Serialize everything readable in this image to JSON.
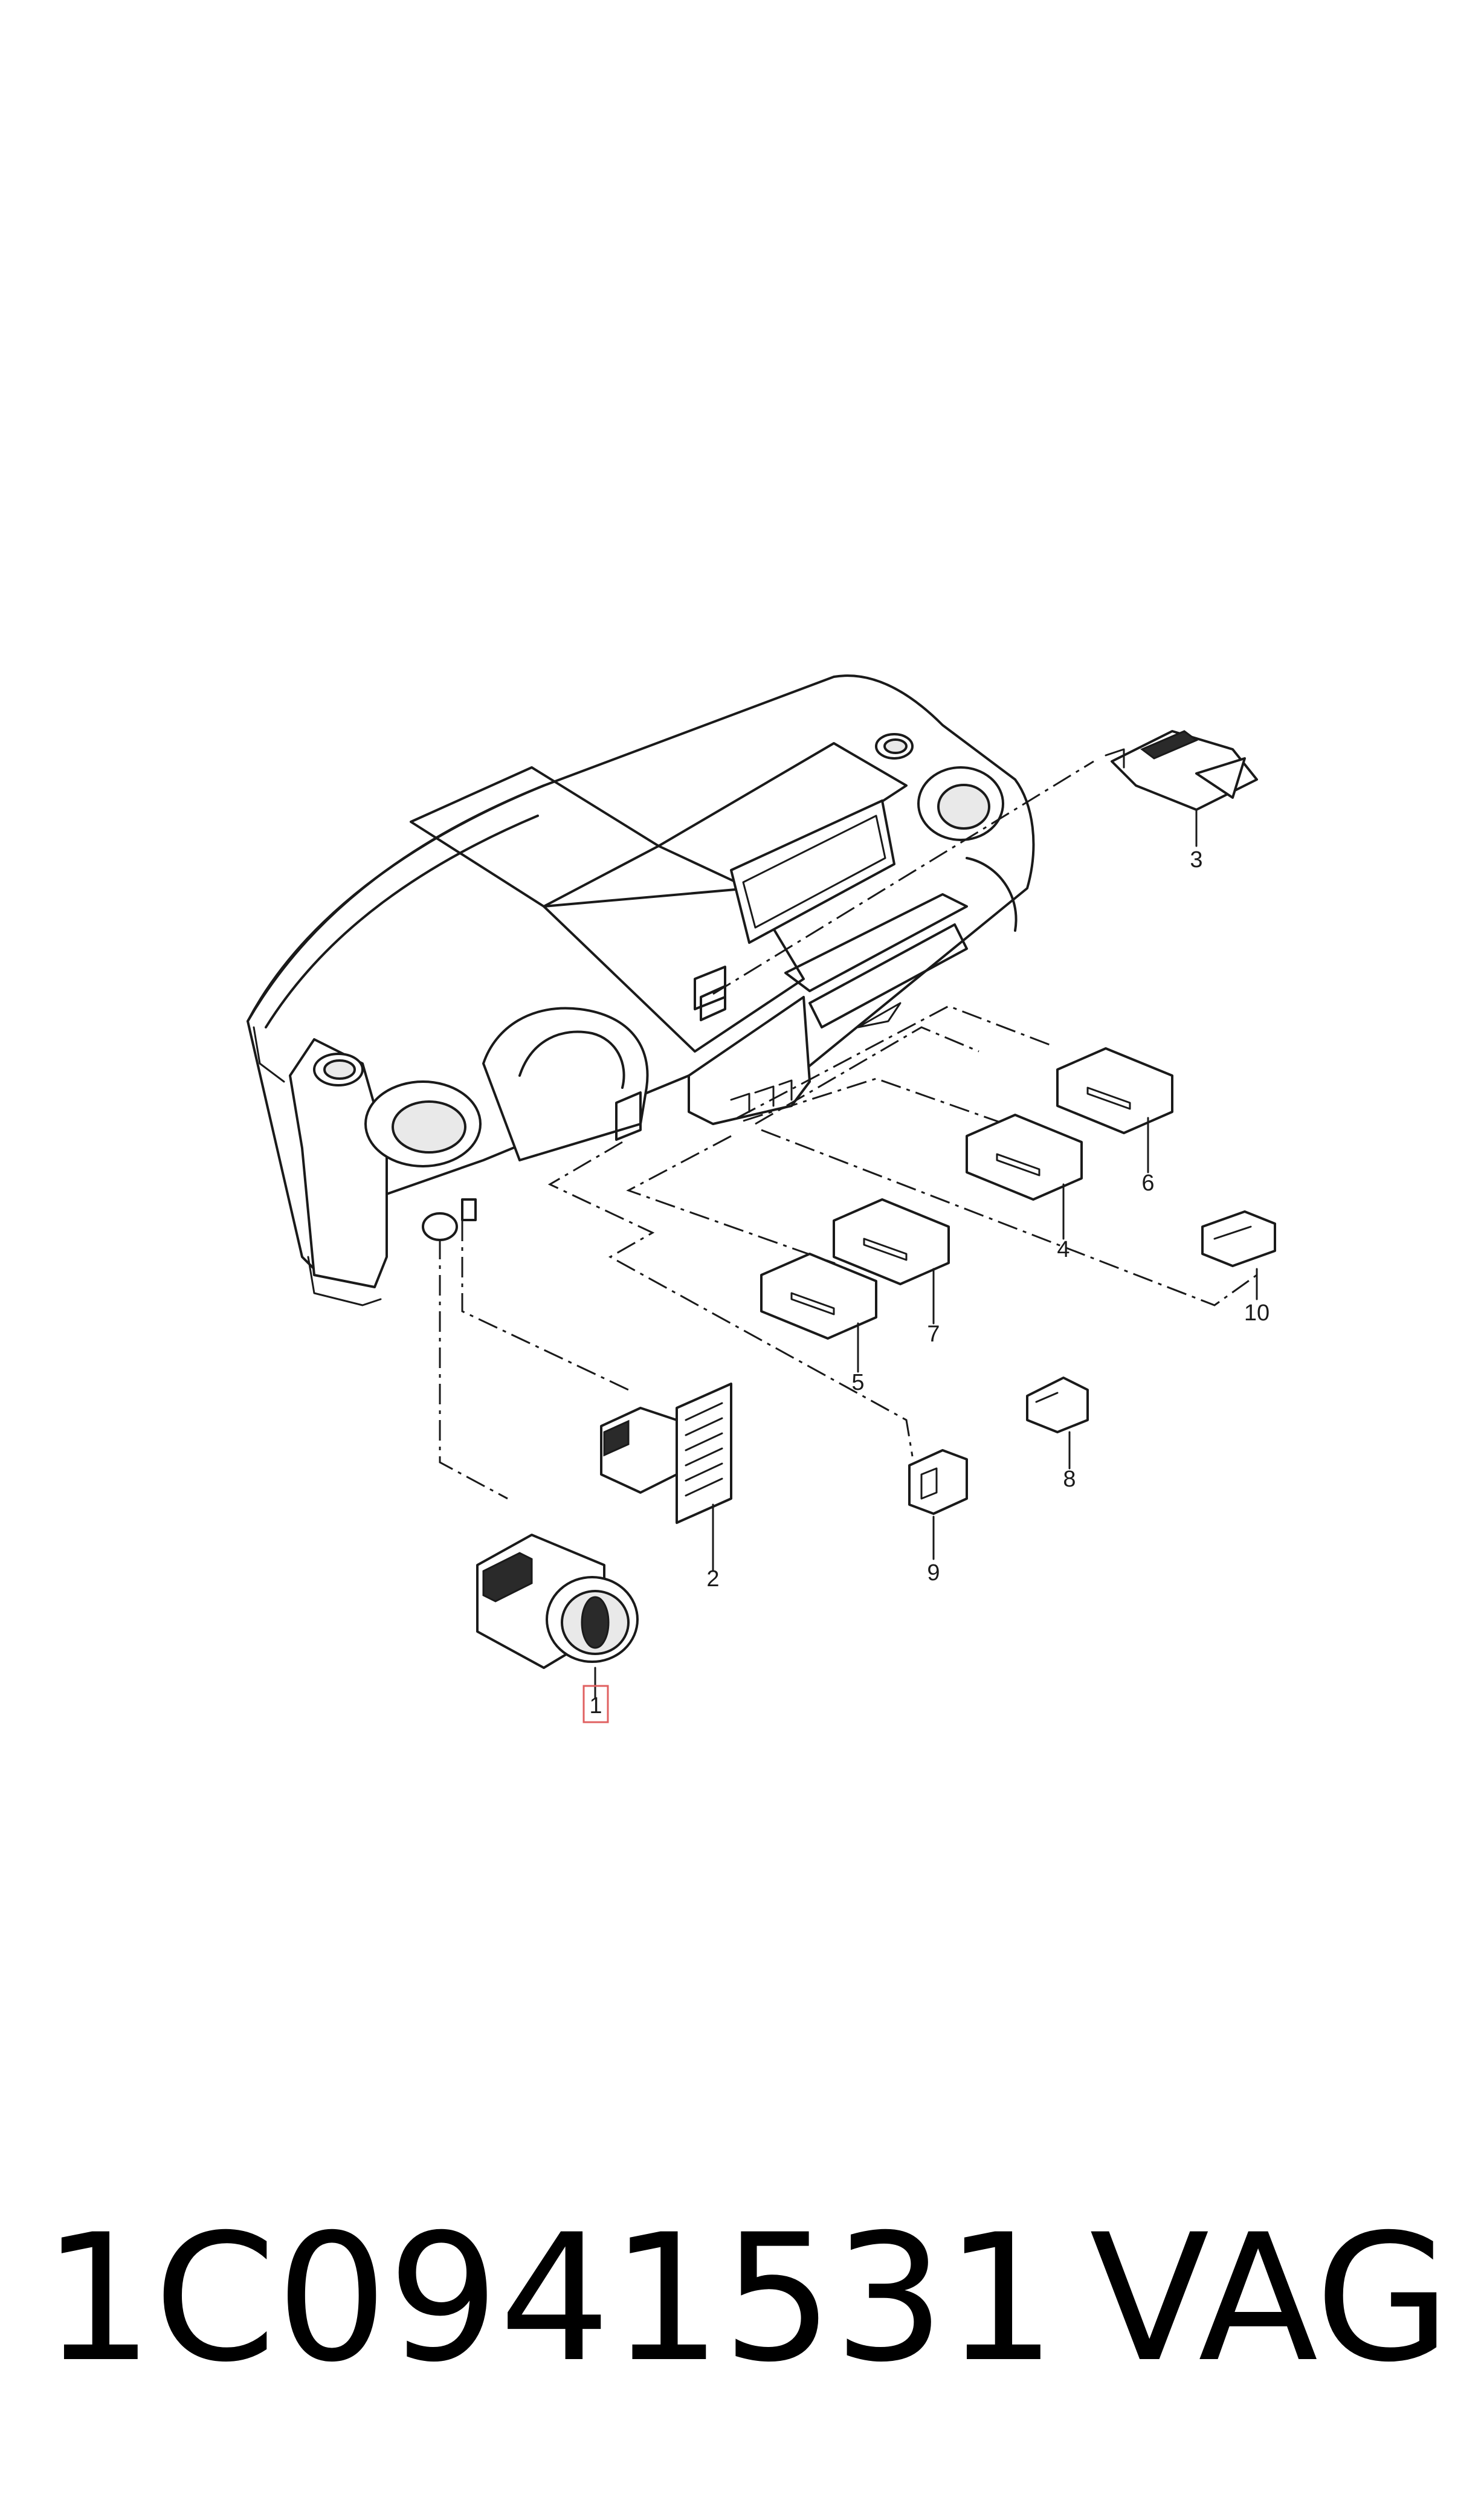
{
  "diagram": {
    "callouts": [
      {
        "id": "1",
        "label": "1",
        "highlighted": true
      },
      {
        "id": "2",
        "label": "2"
      },
      {
        "id": "3",
        "label": "3"
      },
      {
        "id": "4",
        "label": "4"
      },
      {
        "id": "5",
        "label": "5"
      },
      {
        "id": "6",
        "label": "6"
      },
      {
        "id": "7",
        "label": "7"
      },
      {
        "id": "8",
        "label": "8"
      },
      {
        "id": "9",
        "label": "9"
      },
      {
        "id": "10",
        "label": "10"
      }
    ],
    "highlight_color": "#e06060"
  },
  "footer": {
    "part_number": "1C0941531",
    "brand": "VAG"
  }
}
